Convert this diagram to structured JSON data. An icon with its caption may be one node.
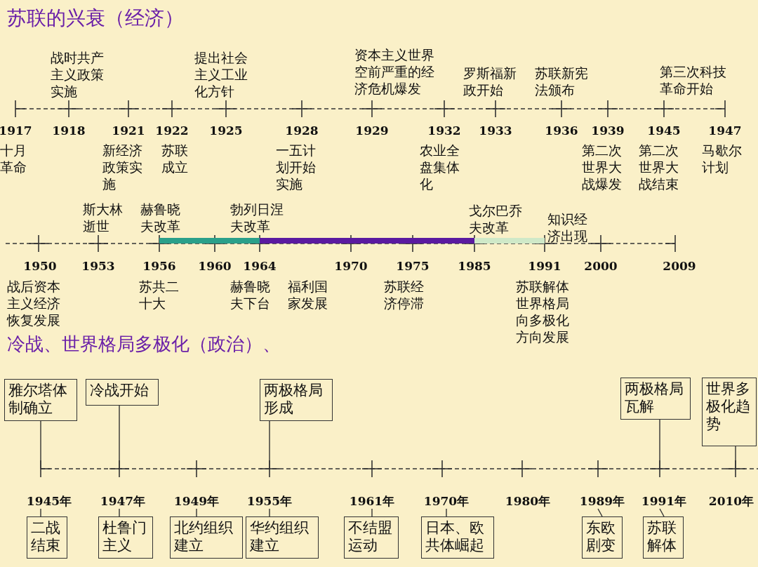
{
  "diagram": {
    "title": "苏联的兴衰（经济）",
    "nodes": [
      {
        "text": [
          "雅尔塔体制确立"
        ]
      },
      {
        "text": [
          "冷战开始"
        ]
      },
      {
        "text": [
          "两极格局形成"
        ]
      },
      {
        "text": [
          "两极格局瓦解"
        ]
      },
      {
        "text": [
          "世界多极化趋势"
        ]
      },
      {
        "text": [
          "1945年"
        ]
      },
      {
        "text": [
          "1947年"
        ]
      },
      {
        "text": [
          "1949年"
        ]
      },
      {
        "text": [
          "1955年"
        ]
      },
      {
        "text": [
          "1961年"
        ]
      },
      {
        "text": [
          "1970年"
        ]
      },
      {
        "text": [
          "1980年"
        ]
      },
      {
        "text": [
          "1989年"
        ]
      },
      {
        "text": [
          "1991年"
        ]
      },
      {
        "text": [
          "2010年"
        ]
      },
      {
        "text": [
          "二战结束"
        ]
      },
      {
        "text": [
          "杜鲁门主义"
        ]
      },
      {
        "text": [
          "北约组织建立"
        ]
      },
      {
        "text": [
          "华约组织建立"
        ]
      },
      {
        "text": [
          "不结盟运动"
        ]
      },
      {
        "text": [
          "日本、欧共体崛起"
        ]
      },
      {
        "text": [
          "东欧剧变"
        ]
      },
      {
        "text": [
          "苏联解体"
        ]
      }
    ],
    "edges": [
      {
        "from": 0,
        "to": null,
        "arrow": "none"
      },
      {
        "from": 1,
        "to": null,
        "arrow": "none"
      },
      {
        "from": 2,
        "to": null,
        "arrow": "none"
      },
      {
        "from": 3,
        "to": null,
        "arrow": "none"
      },
      {
        "from": 4,
        "to": null,
        "arrow": "none"
      },
      {
        "from": 15,
        "to": 5,
        "arrow": "none"
      },
      {
        "from": 16,
        "to": 6,
        "arrow": "none"
      },
      {
        "from": 17,
        "to": 7,
        "arrow": "none"
      },
      {
        "from": 18,
        "to": 8,
        "arrow": "none"
      },
      {
        "from": 19,
        "to": 9,
        "arrow": "none"
      },
      {
        "from": 20,
        "to": 10,
        "arrow": "none"
      },
      {
        "from": 21,
        "to": 12,
        "arrow": "none"
      },
      {
        "from": 22,
        "to": 13,
        "arrow": "none"
      }
    ],
    "labels": [
      "战时共产主义政策实施",
      "提出社会主义工业化方针",
      "资本主义世界空前严重的经济危机爆发",
      "罗斯福新政开始",
      "苏联新宪法颁布",
      "第三次科技革命开始",
      "1917",
      "1918",
      "1921",
      "1922",
      "1925",
      "1928",
      "1929",
      "1932",
      "1933",
      "1936",
      "1939",
      "1945",
      "1947",
      "十月革命",
      "新经济政策实施",
      "苏联成立",
      "一五计划开始实施",
      "农业全盘集体化",
      "第二次世界大战爆发",
      "第二次世界大战结束",
      "马歇尔计划",
      "斯大林逝世",
      "赫鲁晓夫改革",
      "勃列日涅夫改革",
      "戈尔巴乔夫改革",
      "知识经济出现",
      "1950",
      "1953",
      "1956",
      "1960",
      "1964",
      "1970",
      "1975",
      "1985",
      "1991",
      "2000",
      "2009",
      "战后资本主义经济恢复发展",
      "苏共二十大",
      "赫鲁晓夫下台",
      "福利国家发展",
      "苏联经济停滞",
      "苏联解体世界格局向多极化方向发展",
      "冷战、世界格局多极化（政治）、"
    ]
  }
}
